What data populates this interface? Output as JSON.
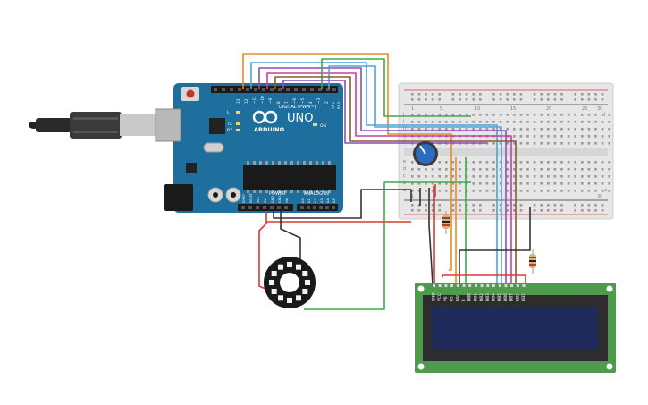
{
  "arduino": {
    "brand": "ARDUINO",
    "model": "UNO",
    "digital_label": "DIGITAL (PWM~)",
    "power_label": "POWER",
    "analog_label": "ANALOG IN",
    "on_label": "ON",
    "l_label": "L",
    "tx_label": "TX",
    "rx_label": "RX",
    "aref_label": "AREF",
    "gnd_label": "GND",
    "power_pins": [
      "IOREF",
      "RESET",
      "3V3",
      "5V",
      "GND",
      "GND",
      "Vin"
    ],
    "analog_pins": [
      "A0",
      "A1",
      "A2",
      "A3",
      "A4",
      "A5"
    ],
    "digital_pins": [
      "13",
      "12",
      "~11",
      "~10",
      "~9",
      "8",
      "7",
      "~6",
      "~5",
      "4",
      "~3",
      "2",
      "TX 1",
      "RX 0"
    ]
  },
  "breadboard": {
    "row_letters_top": [
      "j",
      "i",
      "h",
      "g",
      "f"
    ],
    "row_letters_bottom": [
      "e",
      "d",
      "c",
      "b",
      "a"
    ],
    "column_numbers": [
      "1",
      "5",
      "10",
      "15",
      "20",
      "25",
      "30"
    ]
  },
  "lcd": {
    "pins": [
      "GND",
      "VCC",
      "V0",
      "RS",
      "RW",
      "E",
      "DB0",
      "DB1",
      "DB2",
      "DB3",
      "DB4",
      "DB5",
      "DB6",
      "DB7",
      "LED",
      "LED"
    ]
  },
  "colors": {
    "arduino_board": "#1f6f9e",
    "breadboard": "#e6e6e6",
    "lcd_board": "#4f9a4d",
    "lcd_screen": "#1e2a5a",
    "wire_red": "#d93a36",
    "wire_black": "#333333",
    "wire_green": "#3eaa4a",
    "wire_orange": "#e98b2a",
    "wire_blue": "#4aa6d8",
    "wire_purple": "#8e4fb6",
    "wire_magenta": "#c33ea8",
    "wire_brown": "#8a5a33"
  },
  "icons": [
    "usb-plug-icon",
    "infinity-logo-icon",
    "neopixel-ring-icon",
    "potentiometer-icon",
    "resistor-icon"
  ]
}
